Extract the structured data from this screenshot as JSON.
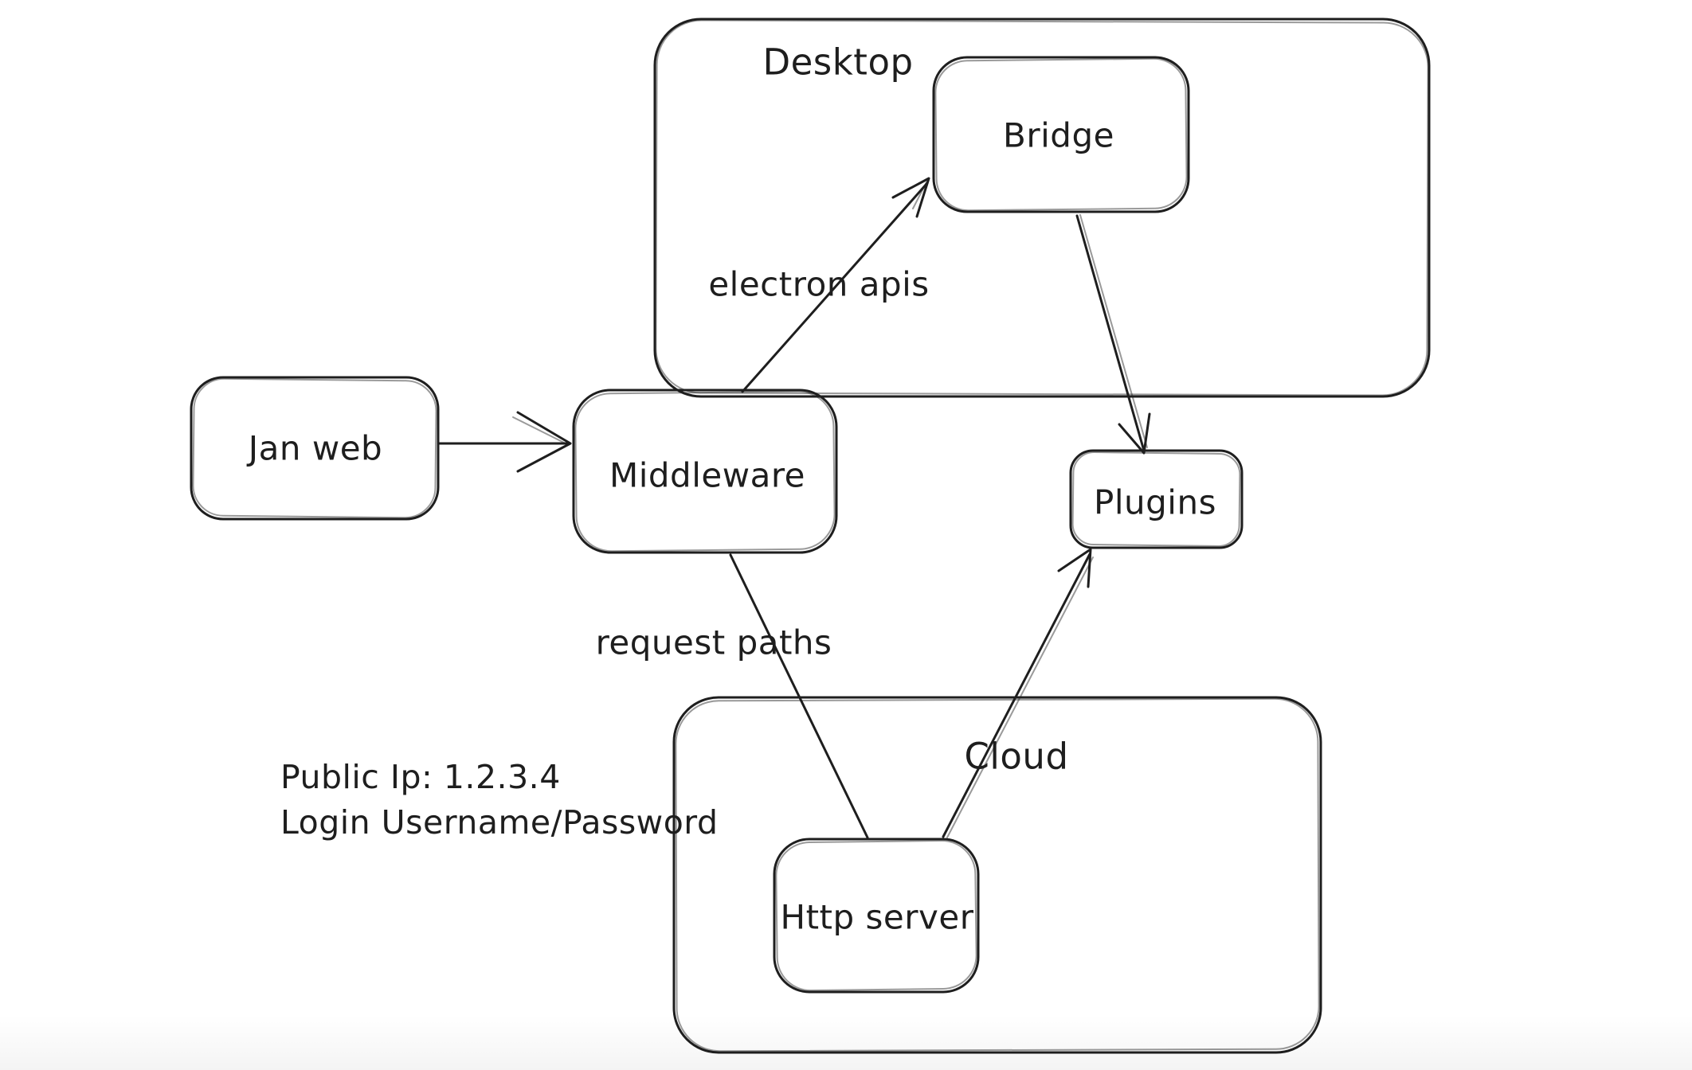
{
  "colors": {
    "stroke": "#1e1e1e",
    "background": "#ffffff"
  },
  "containers": {
    "desktop": {
      "label": "Desktop"
    },
    "cloud": {
      "label": "Cloud"
    }
  },
  "nodes": {
    "jan_web": {
      "label": "Jan web"
    },
    "middleware": {
      "label": "Middleware"
    },
    "bridge": {
      "label": "Bridge"
    },
    "plugins": {
      "label": "Plugins"
    },
    "http_server": {
      "label": "Http server"
    }
  },
  "edges": [
    {
      "from": "Jan web",
      "to": "Middleware",
      "label": ""
    },
    {
      "from": "Middleware",
      "to": "Bridge",
      "label": "electron apis"
    },
    {
      "from": "Bridge",
      "to": "Plugins",
      "label": ""
    },
    {
      "from": "Middleware",
      "to": "Http server",
      "label": "request paths"
    },
    {
      "from": "Http server",
      "to": "Plugins",
      "label": ""
    }
  ],
  "annotations": {
    "public_ip": "Public Ip: 1.2.3.4",
    "login": "Login Username/Password"
  }
}
